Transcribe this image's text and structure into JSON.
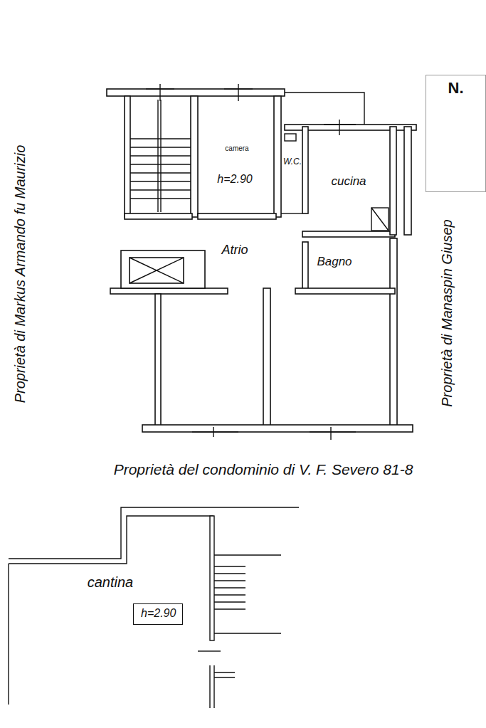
{
  "diagram": {
    "nodes": [
      {
        "text": [
          "N."
        ]
      },
      {
        "text": [
          "h=2.90"
        ]
      }
    ],
    "labels": [
      "Proprietà di Markus Armando fu Maurizio",
      "camera",
      "h=2.90",
      "W.C.",
      "cucina",
      "Atrio",
      "Bagno",
      "Proprietà di Manaspin Giusep",
      "Proprietà del condominio di V. F. Severo 81-8",
      "cantina"
    ]
  }
}
